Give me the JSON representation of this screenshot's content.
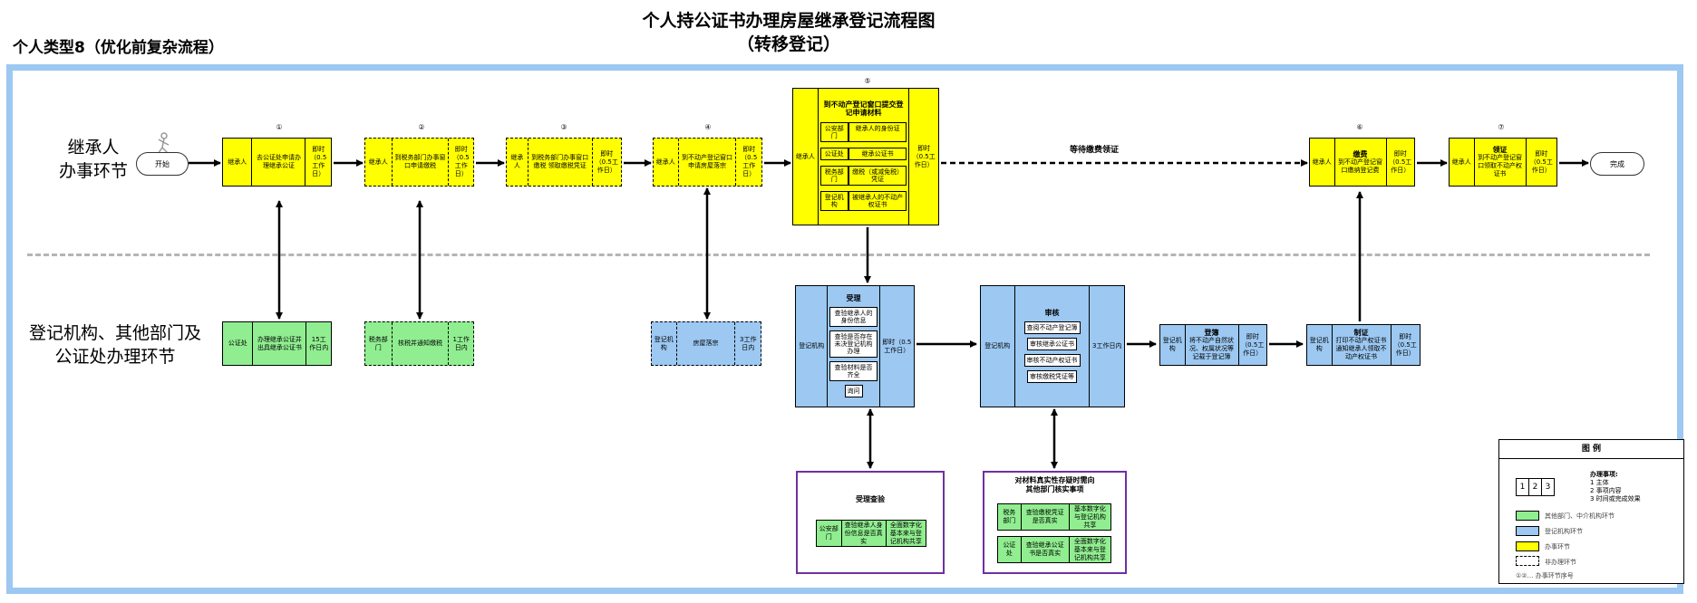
{
  "title_line1": "个人持公证书办理房屋继承登记流程图",
  "title_line2": "（转移登记）",
  "subtitle": "个人类型8（优化前复杂流程）",
  "lanes": {
    "top_line1": "继承人",
    "top_line2": "办事环节",
    "bottom_line1": "登记机构、其他部门及",
    "bottom_line2": "公证处办理环节"
  },
  "start": "开始",
  "end": "完成",
  "wait_label": "等待缴费领证",
  "steps": [
    {
      "num": "①",
      "actor": "继承人",
      "task": "去公证处申请办理继承公证",
      "time": "即时（0.5工作日）"
    },
    {
      "num": "②",
      "actor": "继承人",
      "task": "到税务部门办事窗口申请缴税",
      "time": "即时（0.5工作日）"
    },
    {
      "num": "③",
      "actor": "继承人",
      "task": "到税务部门办事窗口缴税 领取缴税凭证",
      "time": "即时（0.5工作日）"
    },
    {
      "num": "④",
      "actor": "继承人",
      "task": "到不动产登记窗口申请房屋落宗",
      "time": "即时（0.5工作日）"
    },
    {
      "num": "⑤",
      "actor": "继承人",
      "title": "到不动产登记窗口提交登记申请材料",
      "time": "即时（0.5工作日）",
      "rows": [
        {
          "left": "公安部门",
          "right": "继承人的身份证"
        },
        {
          "left": "公证处",
          "right": "继承公证书"
        },
        {
          "left": "税务部门",
          "right": "缴税（或减免税）凭证"
        },
        {
          "left": "登记机构",
          "right": "被继承人的不动产权证书"
        }
      ]
    },
    {
      "num": "⑥",
      "actor": "继承人",
      "title": "缴费",
      "task": "到不动产登记窗口缴纳登记费",
      "time": "即时（0.5工作日）"
    },
    {
      "num": "⑦",
      "actor": "继承人",
      "title": "领证",
      "task": "到不动产登记窗口领取不动产权证书",
      "time": "即时（0.5工作日）"
    }
  ],
  "lower": [
    {
      "actor": "公证处",
      "task": "办理继承公证并出具继承公证书",
      "time": "15工作日内"
    },
    {
      "actor": "税务部门",
      "task": "核税并通知缴税",
      "time": "1工作日内"
    },
    {
      "actor": "登记机构",
      "task": "房屋落宗",
      "time": "3工作日内"
    }
  ],
  "accept": {
    "actor": "登记机构",
    "title": "受理",
    "time": "即时（0.5工作日）",
    "items": [
      "查验继承人的身份信息",
      "查验是否存在未决登记机构办理",
      "查验材料是否齐全",
      "询问"
    ]
  },
  "review": {
    "actor": "登记机构",
    "title": "审核",
    "time": "3工作日内",
    "items": [
      "查阅不动产登记簿",
      "审核继承公证书",
      "审核不动产权证书",
      "审核缴税凭证等"
    ]
  },
  "register": {
    "actor": "登记机构",
    "title": "登簿",
    "task": "将不动产自然状况、权属状况等记载于登记簿",
    "time": "即时（0.5工作日）"
  },
  "issue": {
    "actor": "登记机构",
    "title": "制证",
    "task": "打印不动产权证书通知继承人领取不动产权证书",
    "time": "即时（0.5工作日）"
  },
  "verify": {
    "title": "受理查验",
    "left": "公安部门",
    "mid": "查验继承人身份信息是否真实",
    "right": "全面数字化基本来与登记机构共享"
  },
  "check": {
    "title_line1": "对材料真实性存疑时需向",
    "title_line2": "其他部门核实事项",
    "rows": [
      {
        "left": "税务部门",
        "mid": "查验缴税凭证是否真实",
        "right": "基本数字化与登记机构共享"
      },
      {
        "left": "公证处",
        "mid": "查验继承公证书是否真实",
        "right": "全面数字化基本来与登记机构共享"
      }
    ]
  },
  "legend": {
    "title": "图    例",
    "sample": [
      "1",
      "2",
      "3"
    ],
    "notes_title": "办理事项:",
    "notes": [
      "1 主体",
      "2 事项内容",
      "3 时间或完成效果"
    ],
    "green": "其他部门、中介机构环节",
    "blue": "登记机构环节",
    "yellow": "办事环节",
    "dashed": "非办理环节",
    "numbered": "①②… 办事环节序号"
  },
  "colors": {
    "yellow": "#ffff00",
    "green": "#90ee90",
    "blue": "#9cc8f2",
    "purple": "#7030a0",
    "frame": "#9cc8f2"
  }
}
